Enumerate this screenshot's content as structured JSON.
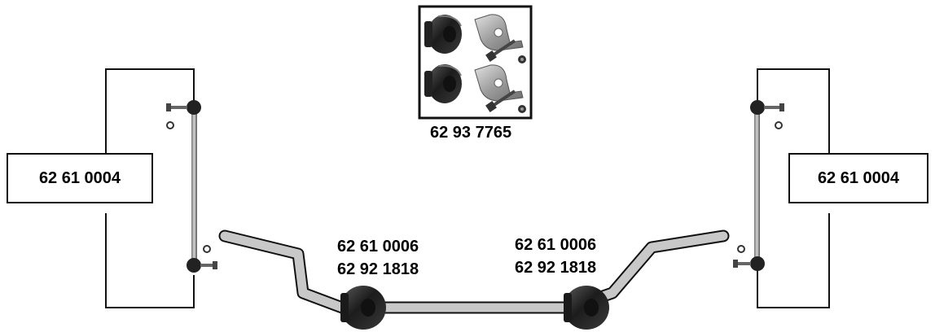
{
  "kit": {
    "part_number": "62 93 7765"
  },
  "left_link": {
    "part_number": "62 61 0004"
  },
  "right_link": {
    "part_number": "62 61 0004"
  },
  "left_bushing": {
    "line1": "62 61 0006",
    "line2": "62 92 1818"
  },
  "right_bushing": {
    "line1": "62 61 0006",
    "line2": "62 92 1818"
  },
  "colors": {
    "line": "#111111",
    "bar_fill": "#c8c8c8",
    "rubber": "#2b2b2b",
    "metal": "#9a9a9a"
  },
  "icons": [
    "stabilizer-bar",
    "rubber-bushing",
    "mounting-bracket",
    "bolt",
    "nut",
    "stabilizer-link"
  ]
}
